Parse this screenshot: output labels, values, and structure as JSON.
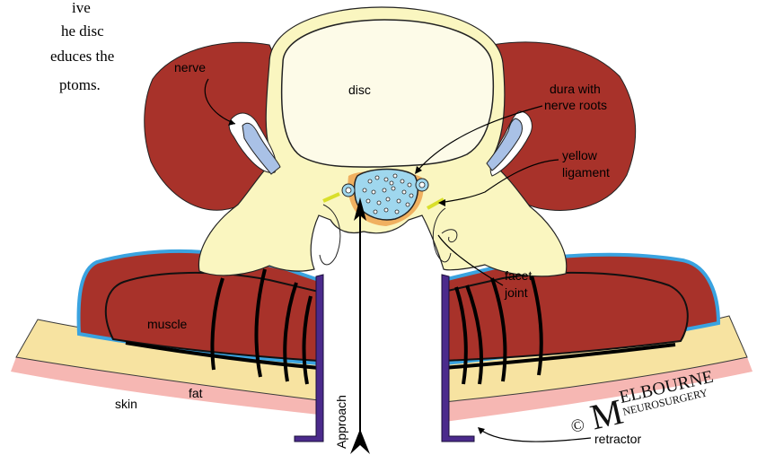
{
  "intro_text": [
    "ive",
    "he disc",
    "educes the",
    "ptoms."
  ],
  "labels": {
    "nerve": "nerve",
    "disc": "disc",
    "dura_line1": "dura with",
    "dura_line2": "nerve roots",
    "yellow_line1": "yellow",
    "yellow_line2": "ligament",
    "facet_line1": "facet",
    "facet_line2": "joint",
    "muscle": "muscle",
    "fat": "fat",
    "skin": "skin",
    "approach": "Approach",
    "retractor": "retractor"
  },
  "watermark": {
    "copyright": "©",
    "initial": "M",
    "name_top": "ELBOURNE",
    "name_bottom": "NEUROSURGERY"
  },
  "colors": {
    "muscle": "#a8322a",
    "bone": "#faf6c0",
    "fat": "#f7e3a1",
    "skin": "#f6b7b3",
    "fascia": "#3aa3e0",
    "dura": "#9fd7ee",
    "nerve": "#a9c1e6",
    "retractor": "#4b2a8c",
    "ligament": "#d9df2a",
    "epidural": "#f0b060"
  }
}
